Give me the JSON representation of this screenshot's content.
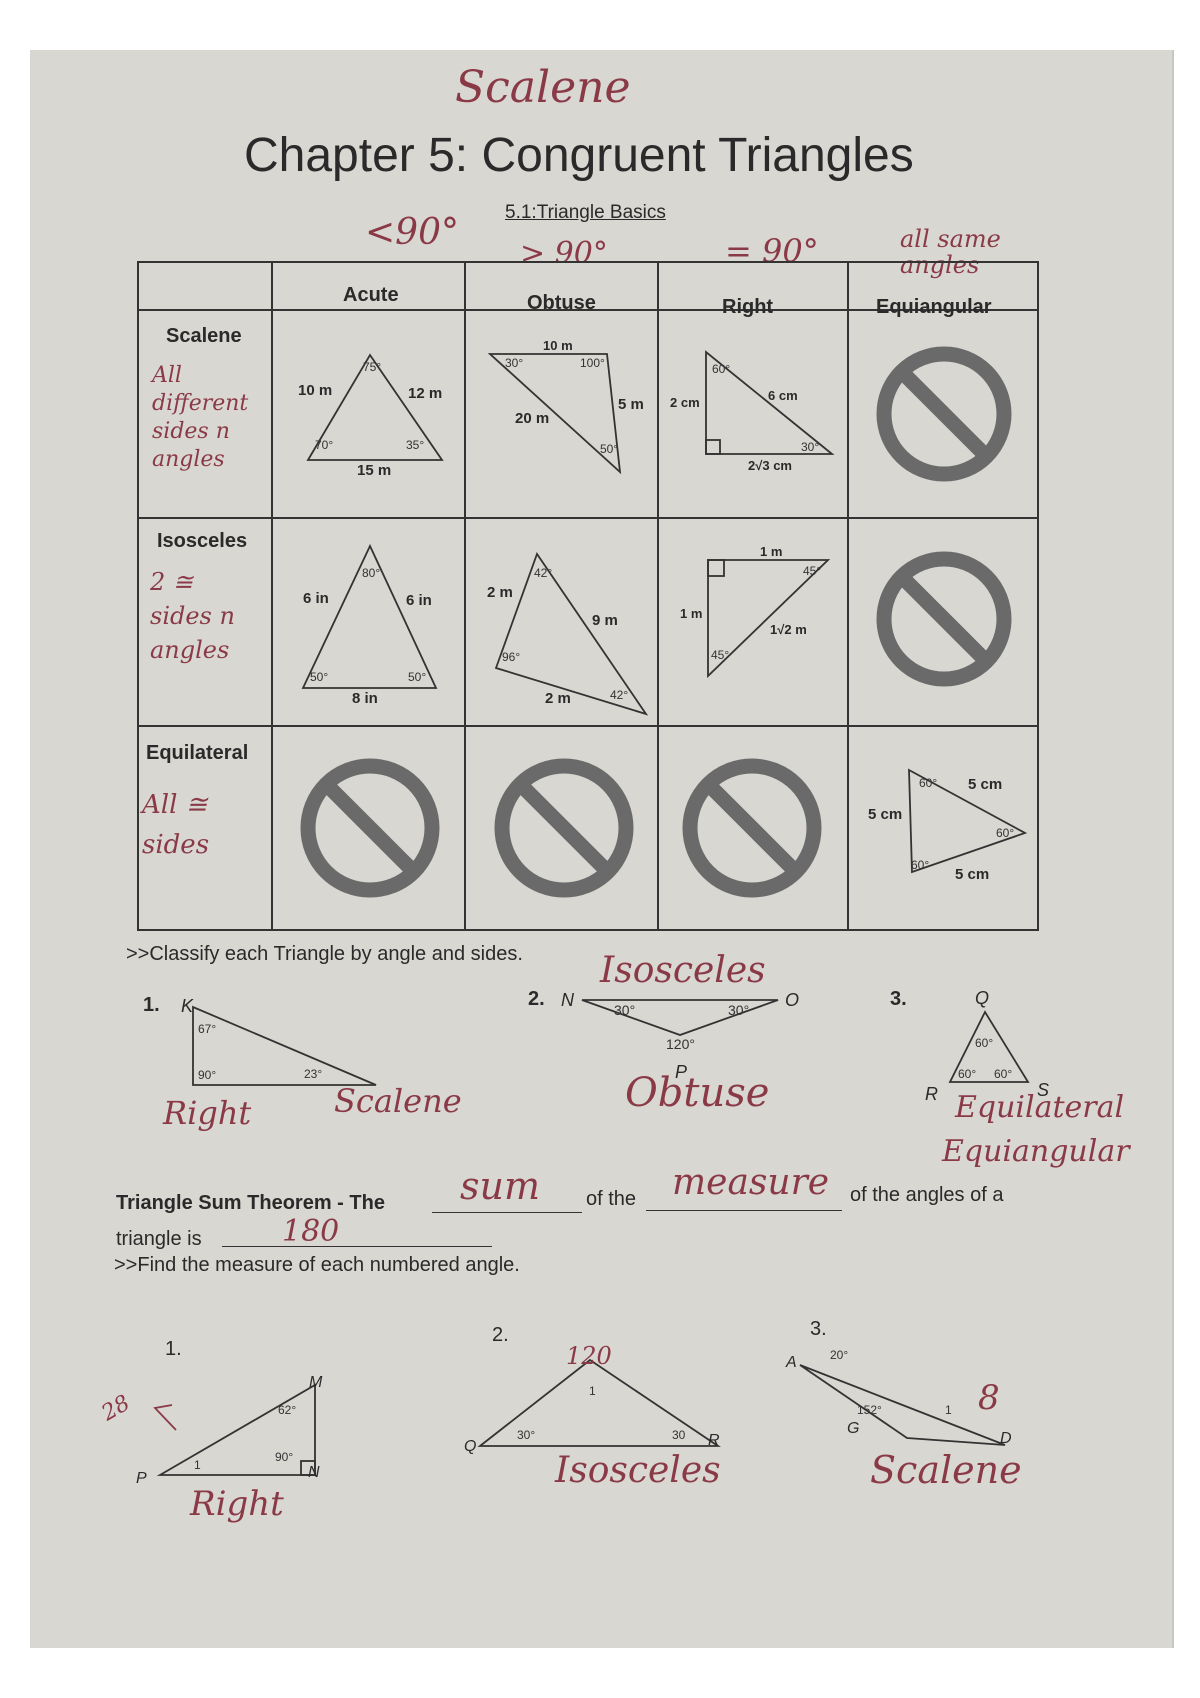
{
  "worksheet": {
    "title": "Chapter 5: Congruent Triangles",
    "subtitle": "5.1:Triangle Basics",
    "title_annotation": "Scalene"
  },
  "table": {
    "col_headers": [
      "Acute",
      "Obtuse",
      "Right",
      "Equiangular"
    ],
    "row_headers": [
      "Scalene",
      "Isosceles",
      "Equilateral"
    ],
    "header_annotations": [
      "<90°",
      "> 90°",
      "= 90°",
      "all same angles"
    ],
    "row_annotations": [
      "All different sides n angles",
      "2 ≅ sides n angles",
      "All ≅ sides"
    ],
    "scalene_acute": {
      "sides": [
        "10 m",
        "12 m",
        "15 m"
      ],
      "angles": [
        "75°",
        "70°",
        "35°"
      ]
    },
    "scalene_obtuse": {
      "sides": [
        "10 m",
        "5 m",
        "20 m"
      ],
      "angles": [
        "30°",
        "100°",
        "50°"
      ]
    },
    "scalene_right": {
      "sides": [
        "2 cm",
        "6 cm",
        "2√3 cm"
      ],
      "angles": [
        "60°",
        "30°"
      ]
    },
    "isosceles_acute": {
      "sides": [
        "6 in",
        "6 in",
        "8 in"
      ],
      "angles": [
        "80°",
        "50°",
        "50°"
      ]
    },
    "isosceles_obtuse": {
      "sides": [
        "2 m",
        "9 m",
        "2 m"
      ],
      "angles": [
        "42°",
        "96°",
        "42°"
      ]
    },
    "isosceles_right": {
      "sides": [
        "1 m",
        "1 m",
        "1√2 m"
      ],
      "angles": [
        "45°",
        "45°"
      ]
    },
    "equilateral_equiangular": {
      "sides": [
        "5 cm",
        "5 cm",
        "5 cm"
      ],
      "angles": [
        "60°",
        "60°",
        "60°"
      ]
    }
  },
  "classify": {
    "instruction": ">>Classify each Triangle by angle and sides.",
    "p1": {
      "num": "1.",
      "vertex": "K",
      "angles": [
        "67°",
        "90°",
        "23°"
      ],
      "answers": [
        "Right",
        "Scalene"
      ]
    },
    "p2": {
      "num": "2.",
      "vertices": [
        "N",
        "O",
        "P"
      ],
      "angles": [
        "30°",
        "30°",
        "120°"
      ],
      "answers": [
        "Isosceles",
        "Obtuse"
      ]
    },
    "p3": {
      "num": "3.",
      "vertices": [
        "Q",
        "R",
        "S"
      ],
      "angles": [
        "60°",
        "60°",
        "60°"
      ],
      "answers": [
        "Equilateral",
        "Equiangular"
      ]
    }
  },
  "theorem": {
    "part1": "Triangle Sum Theorem - The",
    "part2": "of the",
    "part3": "of the angles of a",
    "part4": "triangle is",
    "blank1": "sum",
    "blank2": "measure",
    "blank3": "180"
  },
  "find": {
    "instruction": ">>Find the measure of each numbered angle.",
    "p1": {
      "num": "1.",
      "vertices": [
        "M",
        "P",
        "N"
      ],
      "angles": [
        "62°",
        "90°"
      ],
      "mark": "1",
      "answers": [
        "28",
        "Right"
      ]
    },
    "p2": {
      "num": "2.",
      "vertices": [
        "Q",
        "R"
      ],
      "angles": [
        "30°",
        "30"
      ],
      "mark": "1",
      "answers": [
        "120",
        "Isosceles"
      ]
    },
    "p3": {
      "num": "3.",
      "vertices": [
        "A",
        "G",
        "D"
      ],
      "angles": [
        "20°",
        "152°"
      ],
      "mark": "1",
      "answers": [
        "8",
        "Scalene"
      ]
    }
  }
}
